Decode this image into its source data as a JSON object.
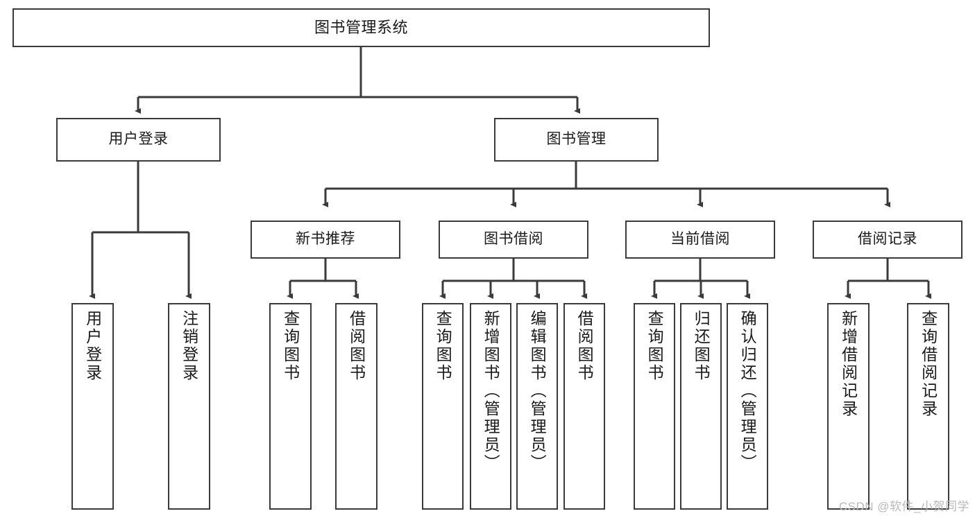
{
  "diagram": {
    "type": "tree-hierarchy",
    "title": "图书管理系统",
    "root": {
      "id": "root",
      "label": "图书管理系统",
      "orientation": "horizontal"
    },
    "level1": [
      {
        "id": "user-login",
        "label": "用户登录",
        "orientation": "horizontal"
      },
      {
        "id": "book-manage",
        "label": "图书管理",
        "orientation": "horizontal"
      }
    ],
    "level2": [
      {
        "id": "new-book-rec",
        "label": "新书推荐",
        "orientation": "horizontal",
        "parent": "book-manage"
      },
      {
        "id": "book-borrow",
        "label": "图书借阅",
        "orientation": "horizontal",
        "parent": "book-manage"
      },
      {
        "id": "current-borrow",
        "label": "当前借阅",
        "orientation": "horizontal",
        "parent": "book-manage"
      },
      {
        "id": "borrow-record",
        "label": "借阅记录",
        "orientation": "horizontal",
        "parent": "book-manage"
      }
    ],
    "leaves": [
      {
        "id": "leaf-user-login",
        "label": "用户登录",
        "orientation": "vertical",
        "parent": "user-login"
      },
      {
        "id": "leaf-user-logout",
        "label": "注销登录",
        "orientation": "vertical",
        "parent": "user-login"
      },
      {
        "id": "leaf-query-book-1",
        "label": "查询图书",
        "orientation": "vertical",
        "parent": "new-book-rec"
      },
      {
        "id": "leaf-borrow-book-1",
        "label": "借阅图书",
        "orientation": "vertical",
        "parent": "new-book-rec"
      },
      {
        "id": "leaf-query-book-2",
        "label": "查询图书",
        "orientation": "vertical",
        "parent": "book-borrow"
      },
      {
        "id": "leaf-add-book",
        "label": "新增图书（管理员）",
        "orientation": "vertical",
        "parent": "book-borrow"
      },
      {
        "id": "leaf-edit-book",
        "label": "编辑图书（管理员）",
        "orientation": "vertical",
        "parent": "book-borrow"
      },
      {
        "id": "leaf-borrow-book-2",
        "label": "借阅图书",
        "orientation": "vertical",
        "parent": "book-borrow"
      },
      {
        "id": "leaf-query-book-3",
        "label": "查询图书",
        "orientation": "vertical",
        "parent": "current-borrow"
      },
      {
        "id": "leaf-return-book",
        "label": "归还图书",
        "orientation": "vertical",
        "parent": "current-borrow"
      },
      {
        "id": "leaf-confirm-return",
        "label": "确认归还（管理员）",
        "orientation": "vertical",
        "parent": "current-borrow"
      },
      {
        "id": "leaf-add-record",
        "label": "新增借阅记录",
        "orientation": "vertical",
        "parent": "borrow-record"
      },
      {
        "id": "leaf-query-record",
        "label": "查询借阅记录",
        "orientation": "vertical",
        "parent": "borrow-record"
      }
    ],
    "colors": {
      "stroke": "#3a3a3a",
      "text": "#1a1a1a",
      "background": "#ffffff",
      "watermark": "#b9b9b9"
    }
  },
  "watermark": {
    "text": "CSDN @软件_小贺同学"
  }
}
